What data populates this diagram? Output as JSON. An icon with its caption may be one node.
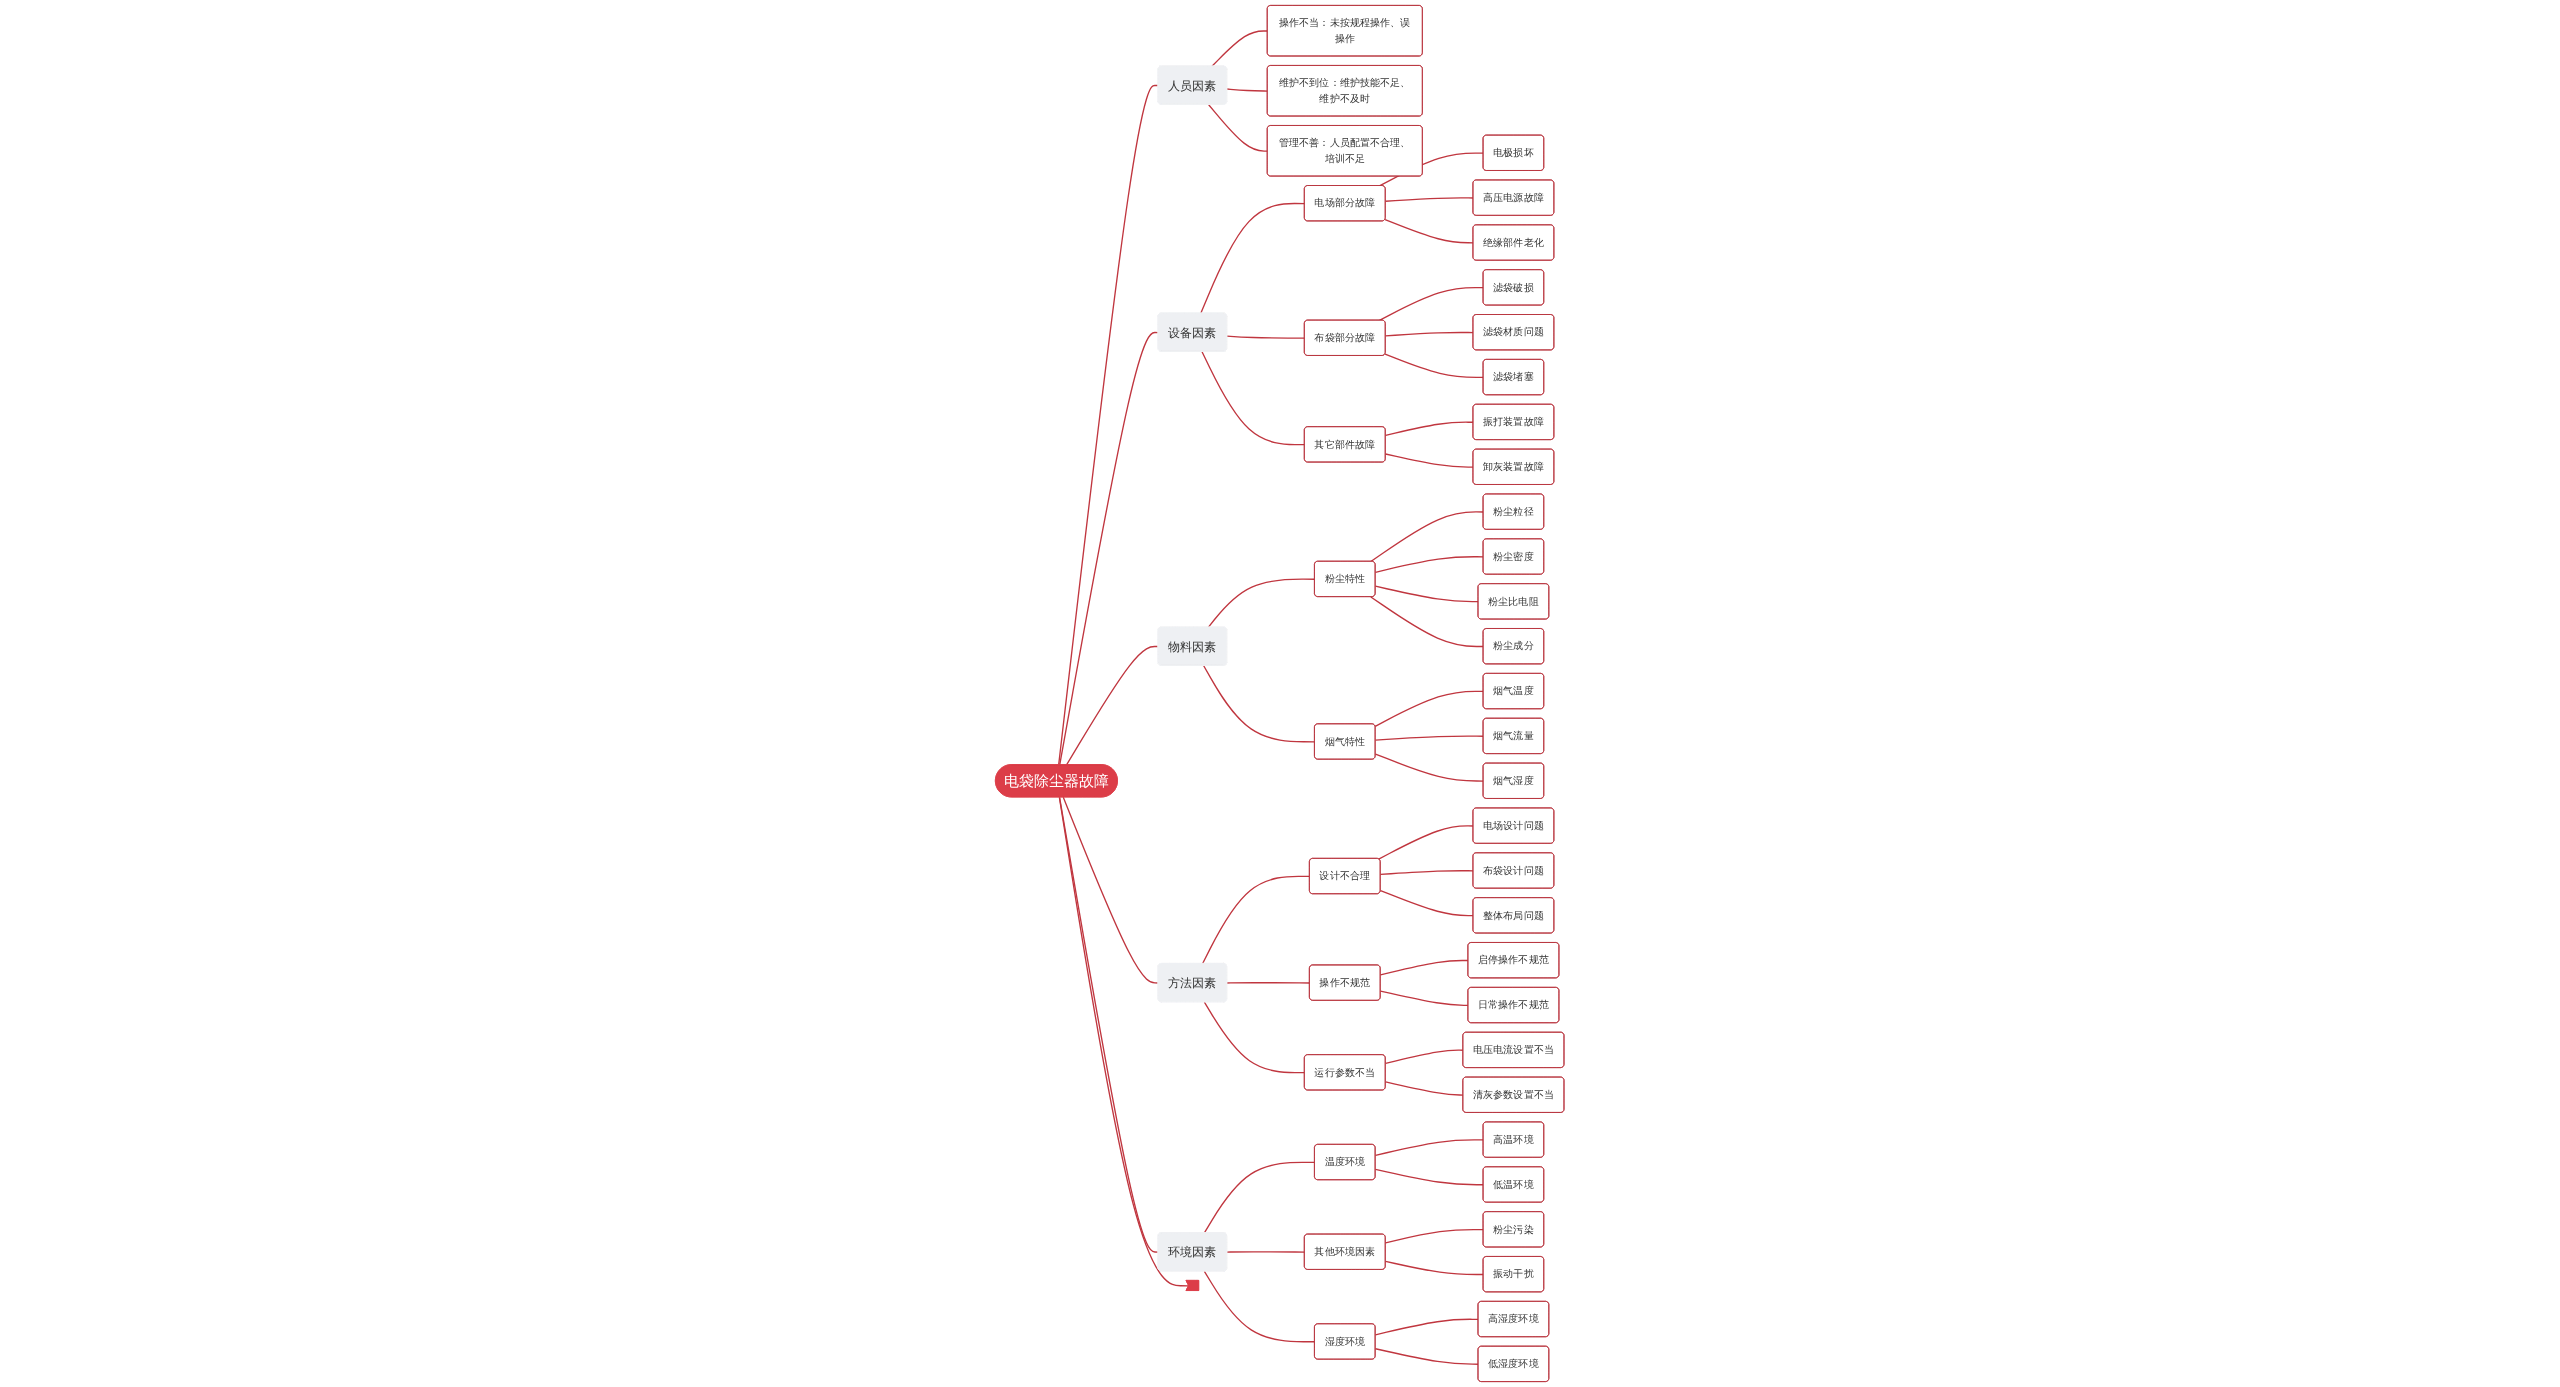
{
  "diagram": {
    "nodes": [
      {
        "text": [
          "电袋除尘器故障"
        ]
      },
      {
        "text": [
          "人员因素"
        ]
      },
      {
        "text": [
          "操作不当：未按规程操作、误操作"
        ]
      },
      {
        "text": [
          "维护不到位：维护技能不足、维护不及时"
        ]
      },
      {
        "text": [
          "管理不善：人员配置不合理、培训不足"
        ]
      },
      {
        "text": [
          "设备因素"
        ]
      },
      {
        "text": [
          "电场部分故障"
        ]
      },
      {
        "text": [
          "电极损坏"
        ]
      },
      {
        "text": [
          "高压电源故障"
        ]
      },
      {
        "text": [
          "绝缘部件老化"
        ]
      },
      {
        "text": [
          "布袋部分故障"
        ]
      },
      {
        "text": [
          "滤袋破损"
        ]
      },
      {
        "text": [
          "滤袋材质问题"
        ]
      },
      {
        "text": [
          "滤袋堵塞"
        ]
      },
      {
        "text": [
          "其它部件故障"
        ]
      },
      {
        "text": [
          "振打装置故障"
        ]
      },
      {
        "text": [
          "卸灰装置故障"
        ]
      },
      {
        "text": [
          "物料因素"
        ]
      },
      {
        "text": [
          "粉尘特性"
        ]
      },
      {
        "text": [
          "粉尘粒径"
        ]
      },
      {
        "text": [
          "粉尘密度"
        ]
      },
      {
        "text": [
          "粉尘比电阻"
        ]
      },
      {
        "text": [
          "粉尘成分"
        ]
      },
      {
        "text": [
          "烟气特性"
        ]
      },
      {
        "text": [
          "烟气温度"
        ]
      },
      {
        "text": [
          "烟气流量"
        ]
      },
      {
        "text": [
          "烟气湿度"
        ]
      },
      {
        "text": [
          "方法因素"
        ]
      },
      {
        "text": [
          "设计不合理"
        ]
      },
      {
        "text": [
          "电场设计问题"
        ]
      },
      {
        "text": [
          "布袋设计问题"
        ]
      },
      {
        "text": [
          "整体布局问题"
        ]
      },
      {
        "text": [
          "操作不规范"
        ]
      },
      {
        "text": [
          "启停操作不规范"
        ]
      },
      {
        "text": [
          "日常操作不规范"
        ]
      },
      {
        "text": [
          "运行参数不当"
        ]
      },
      {
        "text": [
          "电压电流设置不当"
        ]
      },
      {
        "text": [
          "清灰参数设置不当"
        ]
      },
      {
        "text": [
          "环境因素"
        ]
      },
      {
        "text": [
          "温度环境"
        ]
      },
      {
        "text": [
          "高温环境"
        ]
      },
      {
        "text": [
          "低温环境"
        ]
      },
      {
        "text": [
          "其他环境因素"
        ]
      },
      {
        "text": [
          "粉尘污染"
        ]
      },
      {
        "text": [
          "振动干扰"
        ]
      },
      {
        "text": [
          "湿度环境"
        ]
      },
      {
        "text": [
          "高湿度环境"
        ]
      },
      {
        "text": [
          "低湿度环境"
        ]
      },
      {
        "text": [],
        "shape": "tail"
      }
    ],
    "edges": [
      {
        "from": 0,
        "to": 48,
        "arrow": "none"
      },
      {
        "from": 0,
        "to": 1,
        "arrow": "none"
      },
      {
        "from": 1,
        "to": 2,
        "arrow": "none"
      },
      {
        "from": 1,
        "to": 3,
        "arrow": "none"
      },
      {
        "from": 1,
        "to": 4,
        "arrow": "none"
      },
      {
        "from": 0,
        "to": 5,
        "arrow": "none"
      },
      {
        "from": 5,
        "to": 6,
        "arrow": "none"
      },
      {
        "from": 6,
        "to": 7,
        "arrow": "none"
      },
      {
        "from": 6,
        "to": 8,
        "arrow": "none"
      },
      {
        "from": 6,
        "to": 9,
        "arrow": "none"
      },
      {
        "from": 5,
        "to": 10,
        "arrow": "none"
      },
      {
        "from": 10,
        "to": 11,
        "arrow": "none"
      },
      {
        "from": 10,
        "to": 12,
        "arrow": "none"
      },
      {
        "from": 10,
        "to": 13,
        "arrow": "none"
      },
      {
        "from": 5,
        "to": 14,
        "arrow": "none"
      },
      {
        "from": 14,
        "to": 15,
        "arrow": "none"
      },
      {
        "from": 14,
        "to": 16,
        "arrow": "none"
      },
      {
        "from": 0,
        "to": 17,
        "arrow": "none"
      },
      {
        "from": 17,
        "to": 18,
        "arrow": "none"
      },
      {
        "from": 18,
        "to": 19,
        "arrow": "none"
      },
      {
        "from": 18,
        "to": 20,
        "arrow": "none"
      },
      {
        "from": 18,
        "to": 21,
        "arrow": "none"
      },
      {
        "from": 18,
        "to": 22,
        "arrow": "none"
      },
      {
        "from": 17,
        "to": 23,
        "arrow": "none"
      },
      {
        "from": 23,
        "to": 24,
        "arrow": "none"
      },
      {
        "from": 23,
        "to": 25,
        "arrow": "none"
      },
      {
        "from": 23,
        "to": 26,
        "arrow": "none"
      },
      {
        "from": 0,
        "to": 27,
        "arrow": "none"
      },
      {
        "from": 27,
        "to": 28,
        "arrow": "none"
      },
      {
        "from": 28,
        "to": 29,
        "arrow": "none"
      },
      {
        "from": 28,
        "to": 30,
        "arrow": "none"
      },
      {
        "from": 28,
        "to": 31,
        "arrow": "none"
      },
      {
        "from": 27,
        "to": 32,
        "arrow": "none"
      },
      {
        "from": 32,
        "to": 33,
        "arrow": "none"
      },
      {
        "from": 32,
        "to": 34,
        "arrow": "none"
      },
      {
        "from": 27,
        "to": 35,
        "arrow": "none"
      },
      {
        "from": 35,
        "to": 36,
        "arrow": "none"
      },
      {
        "from": 35,
        "to": 37,
        "arrow": "none"
      },
      {
        "from": 0,
        "to": 38,
        "arrow": "none"
      },
      {
        "from": 38,
        "to": 39,
        "arrow": "none"
      },
      {
        "from": 39,
        "to": 40,
        "arrow": "none"
      },
      {
        "from": 39,
        "to": 41,
        "arrow": "none"
      },
      {
        "from": 38,
        "to": 42,
        "arrow": "none"
      },
      {
        "from": 42,
        "to": 43,
        "arrow": "none"
      },
      {
        "from": 42,
        "to": 44,
        "arrow": "none"
      },
      {
        "from": 38,
        "to": 45,
        "arrow": "none"
      },
      {
        "from": 45,
        "to": 46,
        "arrow": "none"
      },
      {
        "from": 45,
        "to": 47,
        "arrow": "none"
      }
    ]
  }
}
